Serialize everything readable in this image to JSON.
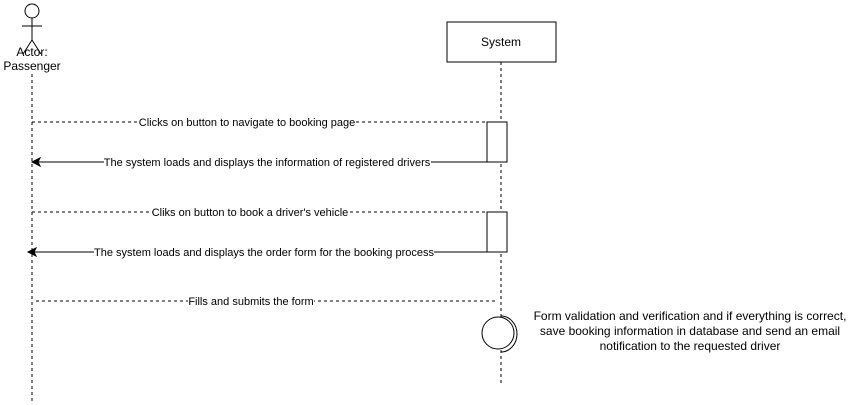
{
  "diagram": {
    "actor": {
      "label_line1": "Actor:",
      "label_line2": "Passenger"
    },
    "system": {
      "label": "System"
    },
    "messages": [
      {
        "text": "Clicks on button to navigate to booking page",
        "kind": "request"
      },
      {
        "text": "The system loads and displays the information of registered drivers",
        "kind": "response"
      },
      {
        "text": "Cliks on button to book a driver's vehicle",
        "kind": "request"
      },
      {
        "text": "The system loads and displays the order form for the booking process",
        "kind": "response"
      },
      {
        "text": "Fills and submits the form",
        "kind": "request"
      }
    ],
    "self_action": {
      "line1": "Form validation and verification and if everything is correct,",
      "line2": "save booking information in database and send an email",
      "line3": "notification to the requested driver"
    }
  }
}
